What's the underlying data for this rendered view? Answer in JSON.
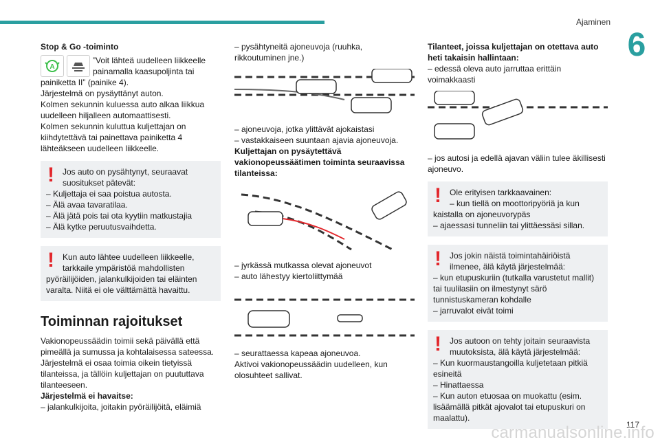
{
  "header": {
    "section": "Ajaminen",
    "chapter": "6",
    "page": "117"
  },
  "watermark": "carmanualsonline.info",
  "col1": {
    "title": "Stop & Go -toiminto",
    "intro_line1": "”Voit lähteä uudelleen liikkeelle",
    "intro_line2": "painamalla kaasupoljinta tai",
    "intro_line3": "painiketta II” (painike 4).",
    "para": [
      "Järjestelmä on pysäyttänyt auton.",
      "Kolmen sekunnin kuluessa auto alkaa liikkua uudelleen hiljalleen automaattisesti.",
      "Kolmen sekunnin kuluttua kuljettajan on kiihdytettävä tai painettava painiketta 4 lähteäkseen uudelleen liikkeelle."
    ],
    "warn1": {
      "lead1": "Jos auto on pysähtynyt, seuraavat",
      "lead2": "suositukset pätevät:",
      "items": [
        "–  Kuljettaja ei saa poistua autosta.",
        "–  Älä avaa tavaratilaa.",
        "–  Älä jätä pois tai ota kyytiin matkustajia",
        "–  Älä kytke peruutusvaihdetta."
      ]
    },
    "warn2": {
      "lead1": "Kun auto lähtee uudelleen liikkeelle,",
      "lead2": "tarkkaile ympäristöä mahdollisten",
      "rest": "pyöräilijöiden, jalankulkijoiden tai eläinten varalta. Niitä ei ole välttämättä havaittu."
    },
    "heading": "Toiminnan rajoitukset",
    "body": "Vakionopeussäädin toimii sekä päivällä että pimeällä ja sumussa ja kohtalaisessa sateessa. Järjestelmä ei osaa toimia oikein tietyissä tilanteissa, ja tällöin kuljettajan on puututtava tilanteeseen.",
    "not_detect": "Järjestelmä ei havaitse:",
    "last": "–  jalankulkijoita, joitakin pyöräilijöitä, eläimiä"
  },
  "col2": {
    "t1": "–  pysähtyneitä ajoneuvoja (ruuhka, rikkoutuminen jne.)",
    "t2a": "–  ajoneuvoja, jotka ylittävät ajokaistasi",
    "t2b": "–  vastakkaiseen suuntaan ajavia ajoneuvoja.",
    "heading": "Kuljettajan on pysäytettävä vakionopeussäätimen toiminta seuraavissa tilanteissa:",
    "t3a": "–  jyrkässä mutkassa olevat ajoneuvot",
    "t3b": "–  auto lähestyy kiertoliittymää",
    "t4": "–  seurattaessa kapeaa ajoneuvoa.",
    "t5": "Aktivoi vakionopeussäädin uudelleen, kun olosuhteet sallivat."
  },
  "col3": {
    "heading": "Tilanteet, joissa kuljettajan on otettava auto heti takaisin hallintaan:",
    "t1": "–  edessä oleva auto jarruttaa erittäin voimakkaasti",
    "t2": "–  jos autosi ja edellä ajavan väliin tulee äkillisesti ajoneuvo.",
    "warn1": {
      "lead1": "Ole erityisen tarkkaavainen:",
      "lead2": "–  kun tiellä on moottoripyöriä ja kun",
      "rest": "kaistalla on ajoneuvorypäs",
      "item": "–  ajaessasi tunneliin tai ylittäessäsi sillan."
    },
    "warn2": {
      "lead1": "Jos jokin näistä toimintahäiriöistä",
      "lead2": "ilmenee, älä käytä järjestelmää:",
      "items": [
        "–  kun etupuskuriin (tutkalla varustetut mallit) tai tuulilasiin on ilmestynyt särö tunnistuskameran kohdalle",
        "–  jarruvalot eivät toimi"
      ]
    },
    "warn3": {
      "lead1": "Jos autoon on tehty joitain seuraavista",
      "lead2": "muutoksista, älä käytä järjestelmää:",
      "items": [
        "–  Kun kuormaustangoilla kuljetetaan pitkiä esineitä",
        "–  Hinattaessa",
        "–  Kun auton etuosaa on muokattu (esim. lisäämällä pitkät ajovalot tai etupuskuri on maalattu)."
      ]
    }
  },
  "colors": {
    "accent": "#2a9fa0",
    "warning": "#e2262b",
    "box": "#eef0f2",
    "icon_green": "#3cbf4a"
  }
}
